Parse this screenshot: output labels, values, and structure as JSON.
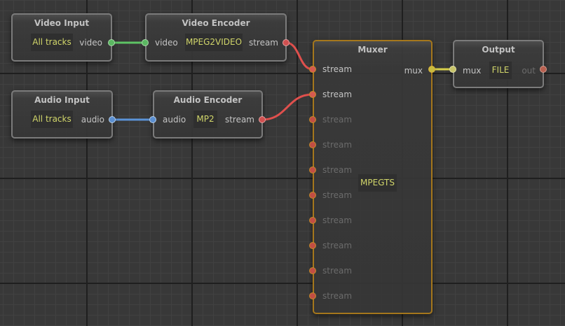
{
  "canvas": {
    "background": "#383838",
    "grid_minor_color": "#414141",
    "grid_major_color": "#1f1f1f"
  },
  "colors": {
    "video_wire": "#5ec465",
    "audio_wire": "#5b93d8",
    "stream_wire": "#e0504d",
    "mux_wire": "#d8d04a",
    "value_text": "#d1d66a",
    "selected_border": "#a5771c"
  },
  "nodes": {
    "video_input": {
      "title": "Video Input",
      "value": "All tracks",
      "outputs": [
        "video"
      ]
    },
    "video_encoder": {
      "title": "Video Encoder",
      "value": "MPEG2VIDEO",
      "inputs": [
        "video"
      ],
      "outputs": [
        "stream"
      ]
    },
    "audio_input": {
      "title": "Audio Input",
      "value": "All tracks",
      "outputs": [
        "audio"
      ]
    },
    "audio_encoder": {
      "title": "Audio Encoder",
      "value": "MP2",
      "inputs": [
        "audio"
      ],
      "outputs": [
        "stream"
      ]
    },
    "muxer": {
      "title": "Muxer",
      "value": "MPEGTS",
      "selected": true,
      "inputs": [
        "stream",
        "stream",
        "stream",
        "stream",
        "stream",
        "stream",
        "stream",
        "stream",
        "stream",
        "stream"
      ],
      "connected_inputs": 2,
      "outputs": [
        "mux"
      ]
    },
    "output": {
      "title": "Output",
      "value": "FILE",
      "inputs": [
        "mux"
      ],
      "outputs": [
        "out"
      ]
    }
  },
  "connections": [
    {
      "from": "video_input.video",
      "to": "video_encoder.video",
      "type": "video"
    },
    {
      "from": "video_encoder.stream",
      "to": "muxer.stream_1",
      "type": "stream"
    },
    {
      "from": "audio_input.audio",
      "to": "audio_encoder.audio",
      "type": "audio"
    },
    {
      "from": "audio_encoder.stream",
      "to": "muxer.stream_2",
      "type": "stream"
    },
    {
      "from": "muxer.mux",
      "to": "output.mux",
      "type": "mux"
    }
  ]
}
